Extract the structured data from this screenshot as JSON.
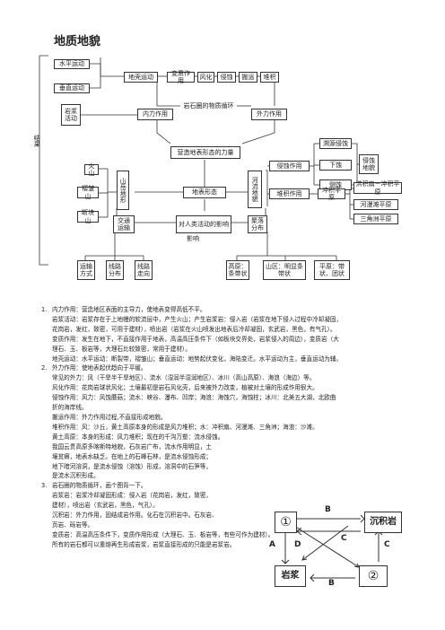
{
  "title": "地质地貌",
  "diagram": {
    "horizontal_movement": "水平运动",
    "vertical_movement": "垂直运动",
    "magma_activity": "岩浆活动",
    "internal_force": "内力作用",
    "rock_cycle": "岩石圈的物质循环",
    "external_force": "外力作用",
    "crustal_movement": "地壳运动",
    "metamorphism": "变质作用",
    "weathering": "风化",
    "erosion": "侵蚀",
    "transport": "搬运",
    "deposition": "堆积",
    "result": "结果",
    "landform_forces": "营造地表形态的力量",
    "volcano": "火山",
    "fold_mountain": "褶皱山",
    "fault_block_mountain": "断块山",
    "mountain_landforms": "山岳地形",
    "surface_morphology": "地表形态",
    "river_landforms": "河流地貌",
    "erosion_action": "侵蚀作用",
    "headward_erosion": "溯源侵蚀",
    "downcutting": "下蚀",
    "lateral_erosion": "侧蚀",
    "erosion_landforms": "侵蚀地貌",
    "deposition_action": "堆积作用",
    "alluvial_fan": "洪积扇－冲积平原",
    "alluvial_plain": "冲积平原",
    "floodplain": "河漫滩平原",
    "delta_plain": "三角洲平原",
    "transport_effect": "交通运输",
    "human_impact": "对人类活动的影响",
    "settlement_distribution": "聚落分布",
    "impact": "影响",
    "transport_mode": "运输方式",
    "route_distribution": "线路分布",
    "route_direction": "线路走向",
    "plateau": "高原：条带状",
    "mountain_area": "山区：明显条带状",
    "plain": "平原：带状、团状"
  },
  "cycle": {
    "node1": "①",
    "node2": "②",
    "sediment": "沉积岩",
    "magma": "岩浆",
    "A": "A",
    "B1": "B",
    "B2": "B",
    "C1": "C",
    "C2": "C",
    "D": "D"
  },
  "text": {
    "p1_num": "1.",
    "p1_a": "内力作用：营造地区表面的主导力，使地表变得高低不平。",
    "p1_b": "岩浆活动：岩浆存在于上地幔的软流层中，产生火山；产生岩浆岩：侵入岩（岩浆在地下侵入过程中冷却凝固，",
    "p1_c": "花岗岩，发红，致密，可用于建材），喷出岩（岩浆在火山喷发出地表后冷却凝固，玄武岩，黑色，有气孔）。",
    "p1_d": "变质作用：发生在地下，不直接作用于地表，高温高压条件下（如板块交界处，岩浆侵入的周边），变质岩（大",
    "p1_e": "理石、玉、板岩等，大理石比较致密，常用于建材）。",
    "p1_f": "地壳运动：水平运动：断裂带，褶皱山；垂直运动：地势起伏变化，海陆变迁。水平运动为主，垂直运动为辅。",
    "p2_num": "2.",
    "p2_a": "外力作用：使地表起伏趋向于平缓。",
    "p2_b": "常见的外力：风（干旱半干旱地区）、流水（湿润半湿润地区）、冰川（高山高原）、海浪（海边）等。",
    "p2_c": "风化作用：花岗岩球状风化；土壤最初是岩石风化壳，后来被外力改变，植被对土壤的形成作用很大。",
    "p2_d": "侵蚀作用：风力：风蚀蘑菇；流水：峡谷、瀑布、凹岸；海浪：海蚀穴，海蚀柱；冰川：北美五大湖，北欧曲",
    "p2_e": "折的海岸线。",
    "p2_f": "搬运作用：外力作用过程,不直接形成地貌。",
    "p2_g": "堆积作用：风：沙丘，黄土高原本身的形成是风力堆积；水：冲积扇、河漫滩、三角洲；海浪：沙滩。",
    "p2_h": "黄土高原：本身的形成：风力堆积；现在的千沟万壑：流水侵蚀。",
    "p2_i": "我国云贵高原多喀斯特地貌，石灰岩广布，流水作用明显，土",
    "p2_j": "壤贫瘠，地表水缺乏。在地上的石峰石林，是流水侵蚀形成；",
    "p2_k": "地下暗河溶洞，是流水侵蚀（溶蚀）形成，溶洞中的石笋等，",
    "p2_l": "是流水沉积形成。",
    "p3_num": "3.",
    "p3_a": "岩石圈的物质循环，画个图背一下。",
    "p3_b": "岩浆岩：岩浆冷却凝固形成：侵入岩（花岗岩，发红，致密，",
    "p3_c": "建材），喷出岩（玄武岩，黑色，气孔）。",
    "p3_d": "沉积岩：外力作用，固结成岩作用。化石在沉积岩中。石灰岩、",
    "p3_e": "页岩、砾岩等。",
    "p3_f": "变质岩：高温高压条件下，变质作用形成（大理石、玉、板岩等，有些可作为建材）。",
    "p3_g": "所有的岩石都可以重熔再生形成岩浆，岩浆直接形成的只能是岩浆岩。"
  }
}
